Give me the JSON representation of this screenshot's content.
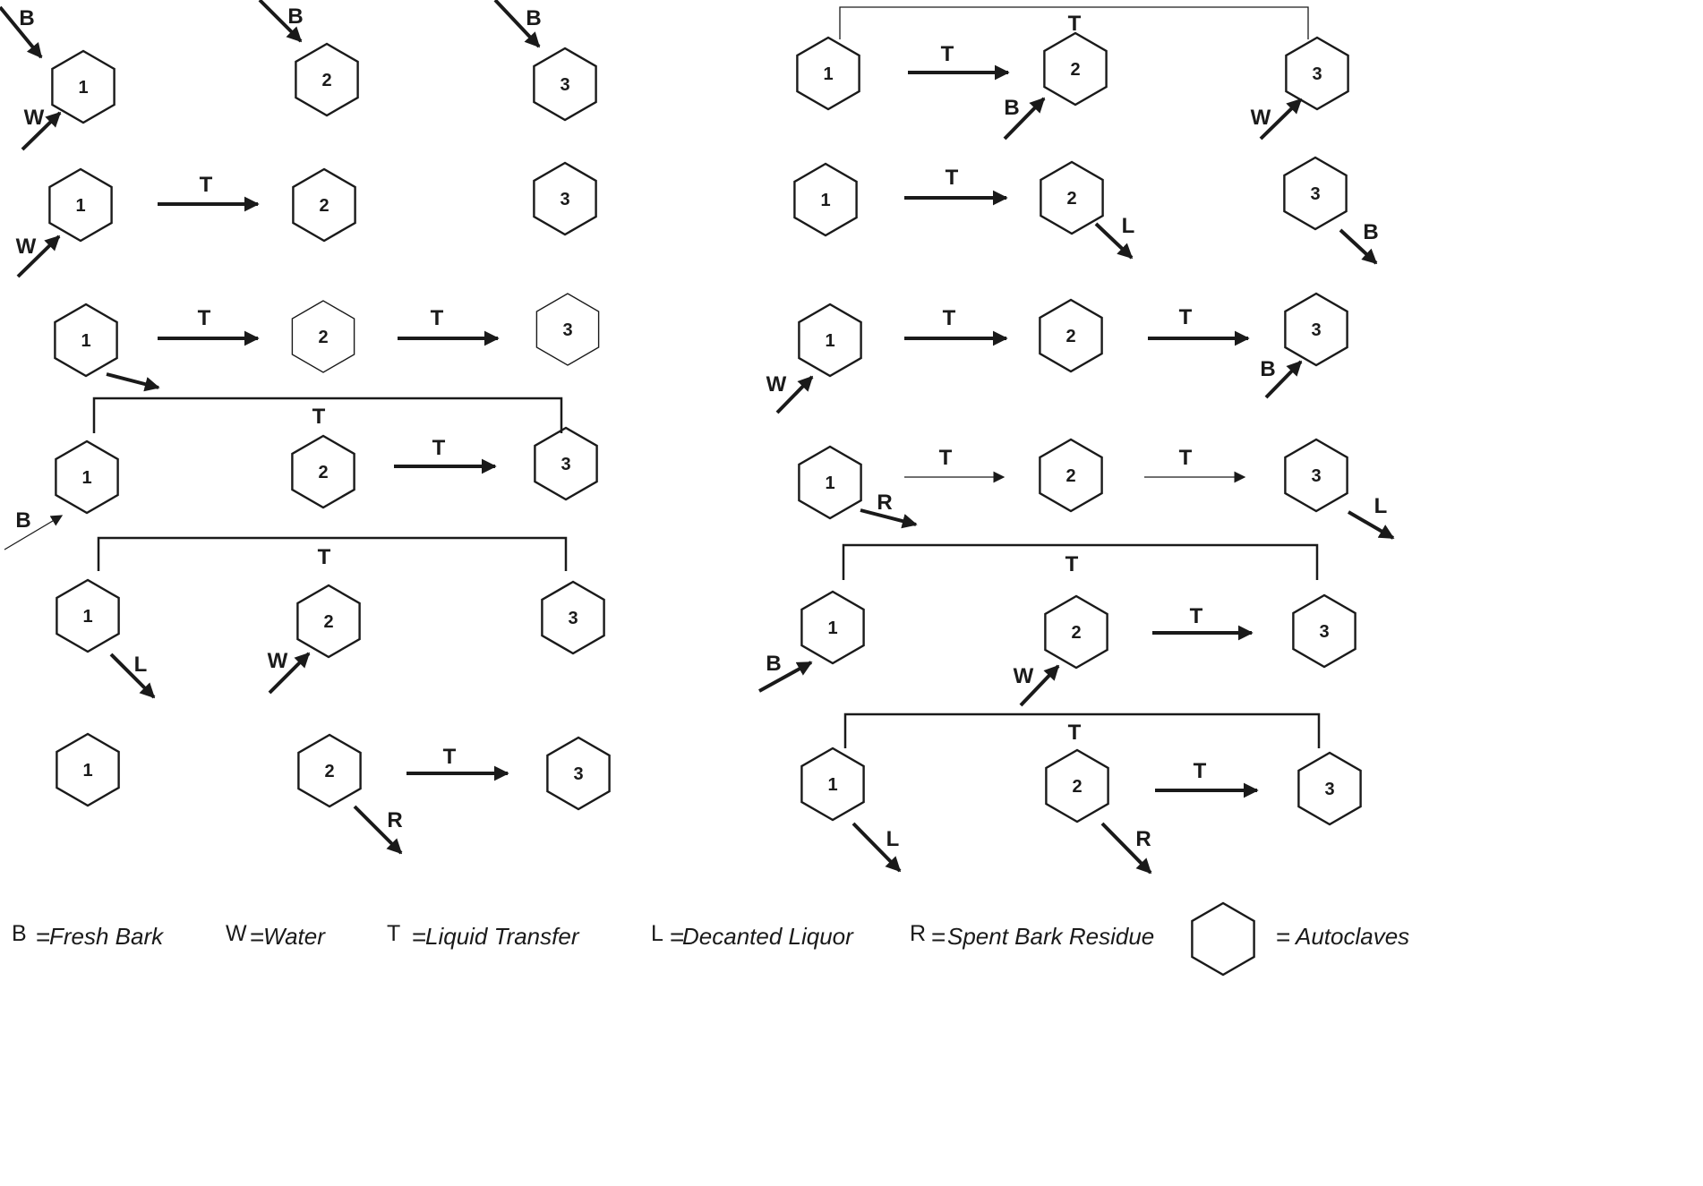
{
  "diagram": {
    "hexagon_numbers": [
      "1",
      "2",
      "3"
    ],
    "arrow_letters": {
      "B": "B",
      "W": "W",
      "T": "T",
      "L": "L",
      "R": "R"
    },
    "legend": [
      {
        "key": "B",
        "eq": "=",
        "desc": "Fresh Bark"
      },
      {
        "key": "W",
        "eq": "=",
        "desc": "Water"
      },
      {
        "key": "T",
        "eq": "=",
        "desc": "Liquid Transfer"
      },
      {
        "key": "L",
        "eq": "=",
        "desc": "Decanted Liquor"
      },
      {
        "key": "R",
        "eq": "=",
        "desc": "Spent Bark Residue"
      },
      {
        "key": "",
        "eq": "=",
        "desc": "Autoclaves"
      }
    ]
  }
}
